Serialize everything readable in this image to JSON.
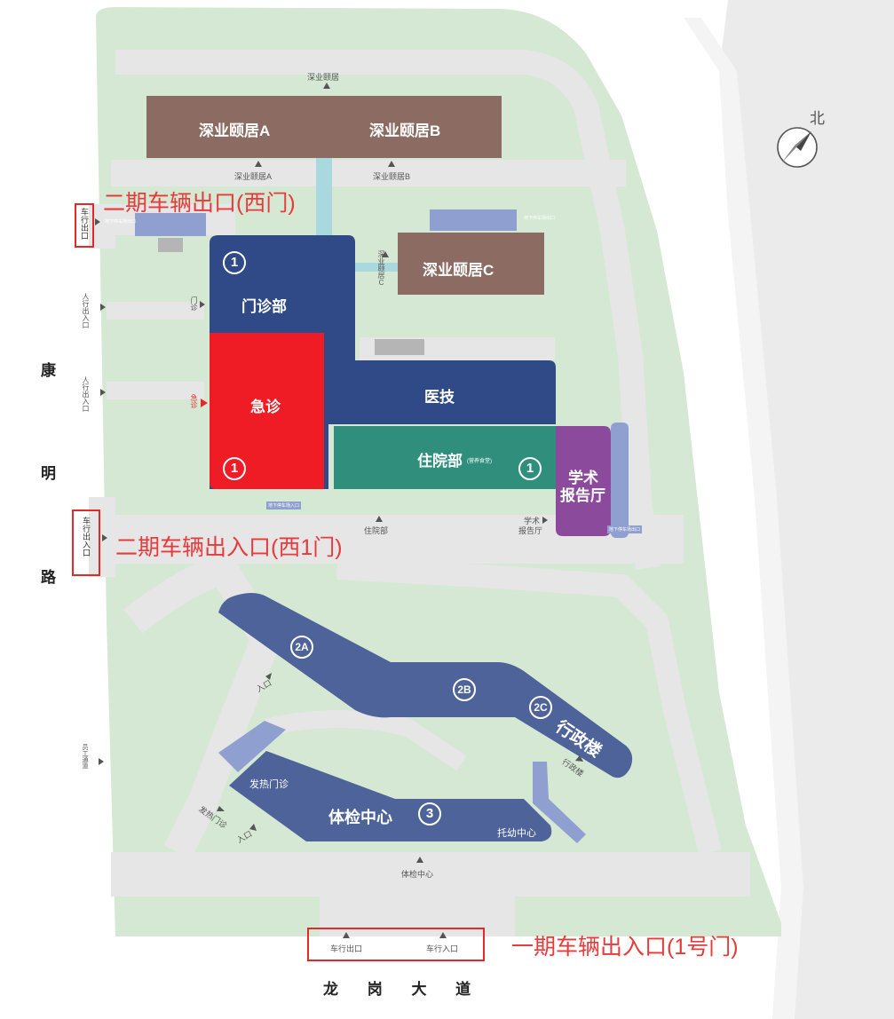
{
  "map": {
    "north_label": "北",
    "road_west": [
      "康",
      "明",
      "路"
    ],
    "road_south": "龙 岗 大 道",
    "buildings": {
      "bldg_a": "深业颐居A",
      "bldg_b": "深业颐居B",
      "bldg_c": "深业颐居C",
      "outpatient": "门诊部",
      "emergency": "急诊",
      "medtech": "医技",
      "inpatient": "住院部",
      "inpatient_note": "(营养食堂)",
      "academic_1": "学术",
      "academic_2": "报告厅",
      "admin": "行政楼",
      "checkup": "体检中心",
      "fever": "发热门诊",
      "childcare": "托幼中心"
    },
    "badges": {
      "phase1": "1",
      "b2a": "2A",
      "b2b": "2B",
      "b2c": "2C",
      "b3": "3"
    },
    "gate_labels": {
      "west_gate": "二期车辆出口(西门)",
      "west1_gate": "二期车辆出入口(西1门)",
      "gate1": "一期车辆出入口(1号门)"
    },
    "small_labels": {
      "shenye_top": "深业颐居",
      "entry_a": "深业颐居A",
      "entry_b": "深业颐居B",
      "entry_c": "深业颐居C",
      "car_exit_v": "车行出口",
      "ped_exit_1": "人行出入口",
      "ped_exit_2": "人行出入口",
      "car_io_v": "车行出入口",
      "outpatient_door": "门诊",
      "emergency_door": "急诊",
      "inpatient_door": "住院部",
      "academic_door_1": "学术",
      "academic_door_2": "报告厅",
      "entry_1": "入口",
      "entry_2": "入口",
      "staff_ch": "员工通道",
      "fever_door": "发热门诊",
      "admin_door": "行政楼",
      "checkup_door": "体检中心",
      "car_exit_s": "车行出口",
      "car_entry_s": "车行入口",
      "garage_1": "地下停车场出口",
      "garage_2": "地下停车场入口",
      "garage_3": "地下停车场出口"
    },
    "colors": {
      "green": "#cfe5cf",
      "road": "#e4e4e4",
      "brown": "#8b6b62",
      "navy": "#2f4a86",
      "red": "#ef1c25",
      "teal": "#2f8f7c",
      "purple": "#8c4a9c",
      "slate": "#4e639a",
      "lightblue": "#8f9fcf",
      "accent_red": "#e32a2a"
    }
  }
}
